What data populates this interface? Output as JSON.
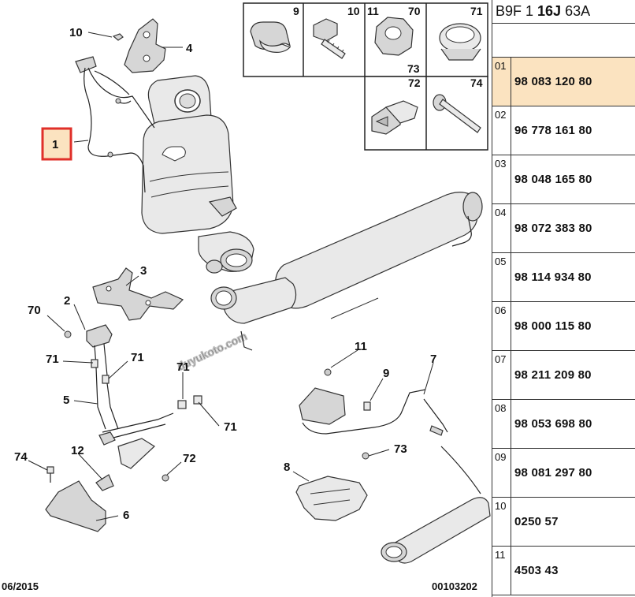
{
  "header": {
    "prefix": "B9F 1 ",
    "bold": "16J",
    "suffix": " 63A"
  },
  "parts": [
    {
      "index": "01",
      "ref": "98 083 120 80",
      "selected": true
    },
    {
      "index": "02",
      "ref": "96 778 161 80"
    },
    {
      "index": "03",
      "ref": "98 048 165 80"
    },
    {
      "index": "04",
      "ref": "98 072 383 80"
    },
    {
      "index": "05",
      "ref": "98 114 934 80"
    },
    {
      "index": "06",
      "ref": "98 000 115 80"
    },
    {
      "index": "07",
      "ref": "98 211 209 80"
    },
    {
      "index": "08",
      "ref": "98 053 698 80"
    },
    {
      "index": "09",
      "ref": "98 081 297 80"
    },
    {
      "index": "10",
      "ref": "0250 57"
    },
    {
      "index": "11",
      "ref": "4503 43"
    }
  ],
  "diagram": {
    "date": "06/2015",
    "code": "00103202",
    "watermark": "duyukoto.com",
    "selected_callout": "1",
    "callouts": [
      "2",
      "3",
      "4",
      "5",
      "6",
      "7",
      "8",
      "9",
      "10",
      "11",
      "12",
      "70",
      "71",
      "72",
      "73",
      "74"
    ],
    "inset_labels": [
      "9",
      "10",
      "11",
      "70",
      "71",
      "73",
      "72",
      "74"
    ],
    "accent_color": "#e0302a",
    "highlight_color": "#fbe3c0"
  }
}
